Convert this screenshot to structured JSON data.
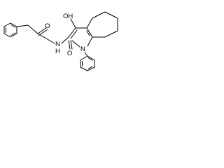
{
  "molecule": {
    "atoms": {
      "hydroxyl": "OH",
      "amide_carbonyl_oxygen": "O",
      "amide_nitrogen": "N",
      "amide_hydrogen": "H",
      "ring_carbonyl_oxygen": "O",
      "ring_nitrogen": "N"
    }
  }
}
